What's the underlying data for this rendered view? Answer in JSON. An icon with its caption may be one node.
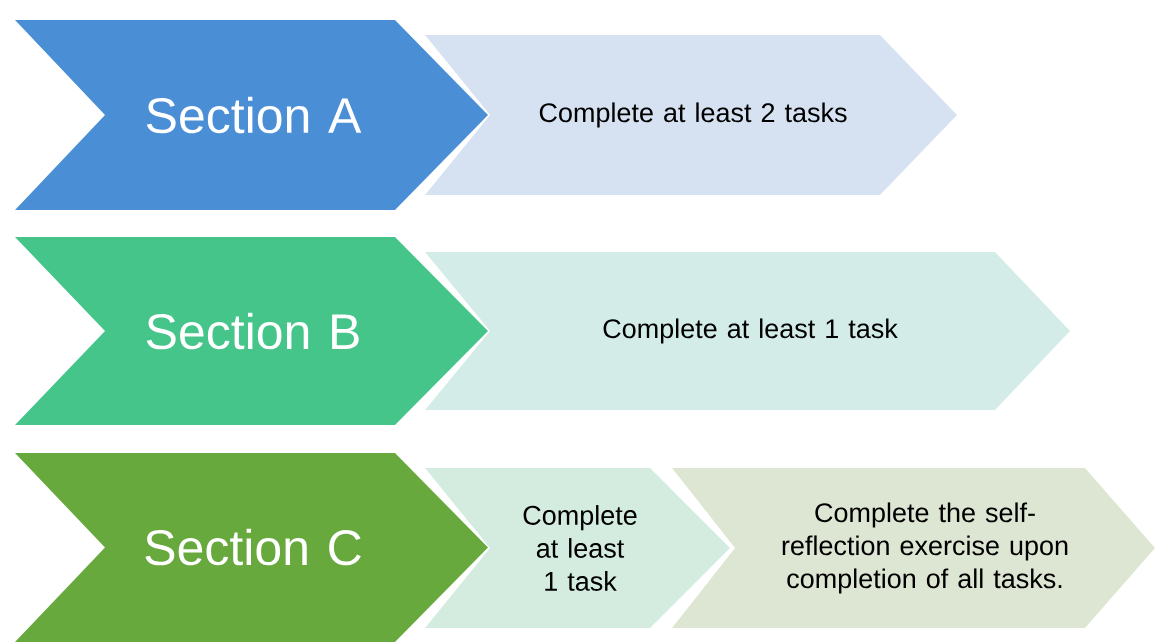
{
  "diagram": {
    "nodes": [
      {
        "text": [
          "Section A"
        ]
      },
      {
        "text": [
          "Complete at least 2 tasks"
        ]
      },
      {
        "text": [
          "Section B"
        ]
      },
      {
        "text": [
          "Complete at least 1 task"
        ]
      },
      {
        "text": [
          "Section C"
        ]
      },
      {
        "text": [
          "Complete at least 1 task"
        ]
      },
      {
        "text": [
          "Complete the self-reflection exercise upon completion of all tasks."
        ]
      }
    ]
  }
}
